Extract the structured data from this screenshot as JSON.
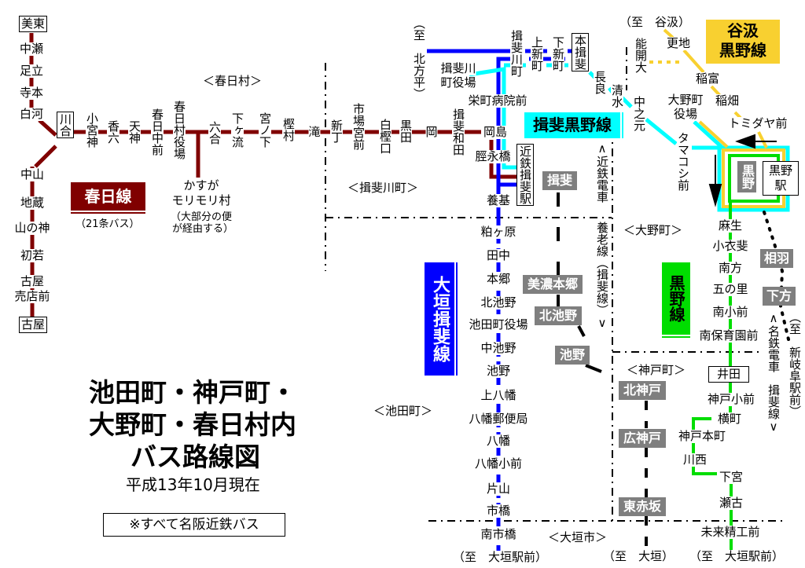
{
  "title": {
    "line1": "池田町・神戸町・",
    "line2": "大野町・春日村内",
    "line3": "バス路線図",
    "date": "平成13年10月現在",
    "note": "※すべて名阪近鉄バス"
  },
  "areas": {
    "kasuga": "＜春日村＞",
    "ibigawa": "＜揖斐川町＞",
    "ikeda": "＜池田町＞",
    "ono": "＜大野町＞",
    "godo": "＜神戸町＞",
    "ogaki": "＜大垣市＞"
  },
  "kasuga_line": {
    "name": "春日線",
    "sub": "（21条バス）",
    "color": "#800000",
    "terminals": [
      "美東",
      "川合",
      "古屋"
    ],
    "stops_north": [
      "中瀬",
      "足立",
      "寺本",
      "白河"
    ],
    "stops_south": [
      "中山",
      "地蔵",
      "山の神",
      "初若",
      "古屋",
      "売店前"
    ],
    "stops_main": [
      "小宮神",
      "香六",
      "天神",
      "春日中前",
      "春日村役場",
      "六合",
      "下ヶ流",
      "宮ノ下",
      "樫村",
      "滝",
      "新丁",
      "市場宮前",
      "白樫口",
      "黒田",
      "岡",
      "揖斐和田",
      "岡島"
    ],
    "branch": [
      "かすが",
      "モリモリ村"
    ],
    "branch_note": [
      "（大部分の便",
      "が経由する）"
    ]
  },
  "ogaki_ibi_line": {
    "name": "大垣揖斐線",
    "color": "#0000ff",
    "to_north": "（至　北方平）",
    "stops_top": [
      "揖斐川町",
      "上新町",
      "下新町",
      "本揖斐"
    ],
    "station": "近鉄揖斐駅",
    "stops": [
      "養基",
      "粕ヶ原",
      "田中",
      "本郷",
      "北池野",
      "池田町役場",
      "中池野",
      "池野",
      "上八幡",
      "八幡郵便局",
      "八幡",
      "八幡小前",
      "片山",
      "市橋",
      "南市橋"
    ],
    "to_south": "（至　大垣駅前）"
  },
  "ibi_kurono_line": {
    "name": "揖斐黒野線",
    "color": "#00ffff",
    "stops": [
      "揖斐川",
      "町役場",
      "栄町病院前",
      "脛永橋",
      "長良",
      "清水",
      "中之元",
      "タマコシ前",
      "大野町",
      "役場"
    ]
  },
  "tanigumi_kurono_line": {
    "name": [
      "谷汲",
      "黒野線"
    ],
    "color": "#f8d030",
    "to_north": "（至　谷汲）",
    "stops": [
      "更地",
      "能開大",
      "稲富",
      "稲畑",
      "トミダヤ前"
    ],
    "terminal": "黒野",
    "station": "黒野駅"
  },
  "kurono_line": {
    "name": "黒野線",
    "color": "#00dd00",
    "stops": [
      "麻生",
      "小衣斐",
      "南方",
      "五の里",
      "南小前",
      "南保育園前",
      "井田",
      "神戸小前",
      "横町",
      "神戸本町",
      "川西",
      "下宮",
      "瀬古",
      "未来精工前"
    ],
    "to_south": "（至　大垣駅前）"
  },
  "kintetsu": {
    "label_top": "∧近鉄電車",
    "label_bottom": "養老線（揖斐線）∨",
    "stations": [
      "揖斐",
      "美濃本郷",
      "北池野",
      "池野",
      "北神戸",
      "広神戸",
      "東赤坂"
    ],
    "to_south": "（至　大垣）"
  },
  "meitetsu": {
    "label": "∧名鉄電車　揖斐線∨",
    "stations": [
      "相羽",
      "下方"
    ],
    "to_south": "（至　新岐阜駅前）"
  }
}
